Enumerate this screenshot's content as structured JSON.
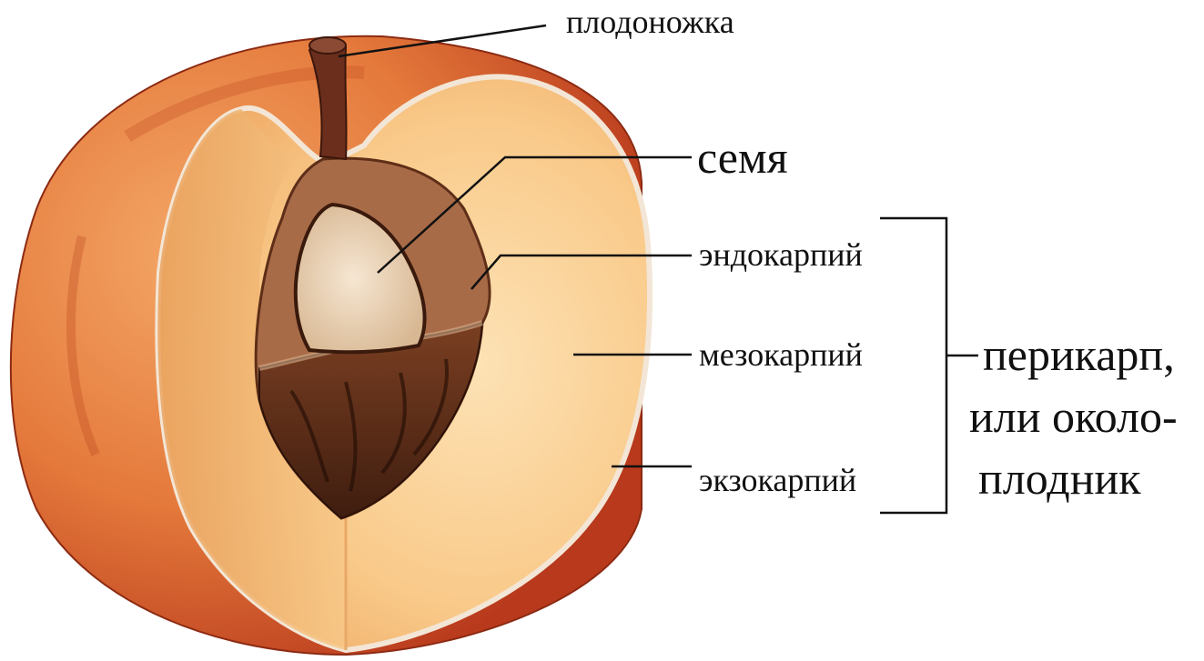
{
  "labels": {
    "stalk": "плодоножка",
    "seed": "семя",
    "endocarp": "эндокарпий",
    "mesocarp": "мезокарпий",
    "exocarp": "экзокарпий",
    "pericarp_line1": "перикарп,",
    "pericarp_line2": "или около-",
    "pericarp_line3": "плодник"
  },
  "colors": {
    "skin": "#e8833f",
    "skin_dark": "#b8391c",
    "flesh": "#f7c47e",
    "flesh_light": "#fde2b5",
    "stone_shell": "#a0684a",
    "stone_dark": "#4a2413",
    "seed": "#efd9bf",
    "stalk": "#6b2e1c"
  }
}
